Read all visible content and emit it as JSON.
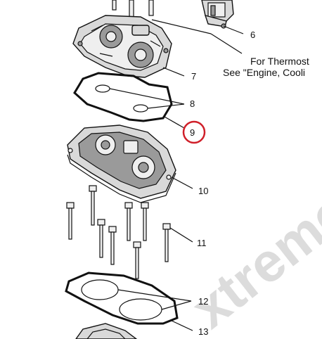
{
  "callouts": {
    "c6": "6",
    "c7": "7",
    "c8": "8",
    "c9": "9",
    "c10": "10",
    "c11": "11",
    "c12": "12",
    "c13": "13"
  },
  "note": {
    "line1": "For Thermost",
    "line2": "See \"Engine, Cooli"
  },
  "watermark": "xtreme",
  "colors": {
    "highlight_circle": "#d0202a",
    "line_art": "#111111",
    "watermark": "#dcdcdc"
  }
}
